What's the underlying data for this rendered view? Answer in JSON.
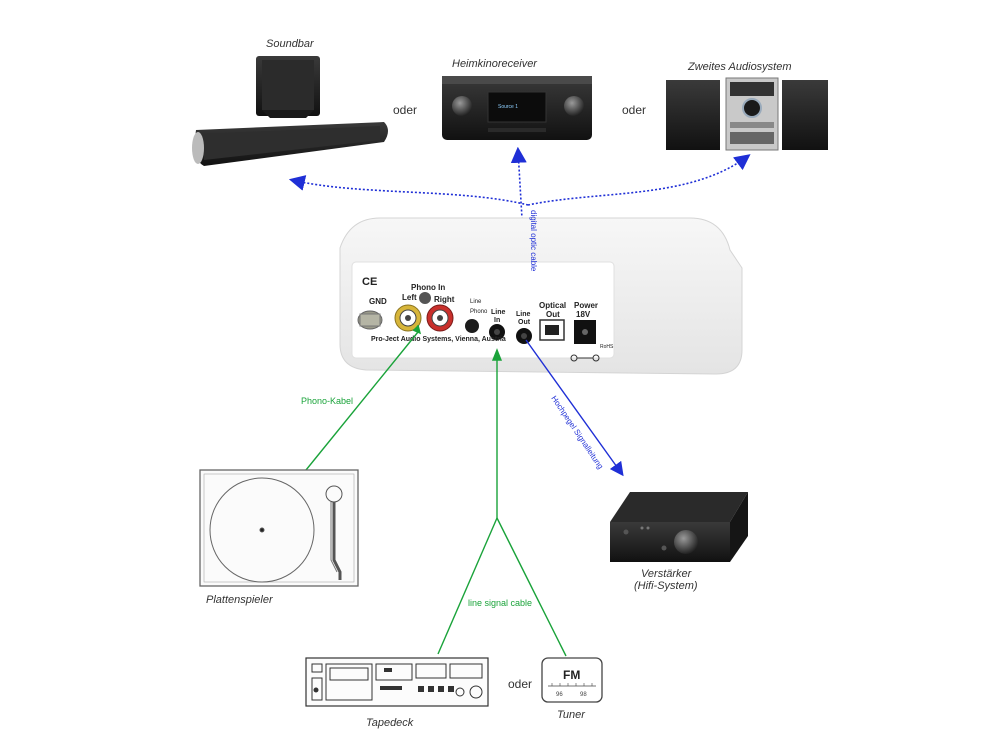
{
  "devices": {
    "soundbar": "Soundbar",
    "receiver": "Heimkinoreceiver",
    "second_system": "Zweites Audiosystem",
    "turntable": "Plattenspieler",
    "amplifier_line1": "Verstärker",
    "amplifier_line2": "(Hifi-System)",
    "tapedeck": "Tapedeck",
    "tuner": "Tuner",
    "tuner_display": "FM",
    "tuner_scale_left": "96",
    "tuner_scale_right": "98"
  },
  "connectors": {
    "or_1": "oder",
    "or_2": "oder",
    "or_3": "oder"
  },
  "cables": {
    "optical": "digital optic cable",
    "phono": "Phono-Kabel",
    "line_signal": "line signal cable",
    "line_out": "Hochpegel Signalleitung"
  },
  "panel": {
    "ce": "CE",
    "gnd": "GND",
    "phono_in": "Phono In",
    "left": "Left",
    "right": "Right",
    "switch_line": "Line",
    "switch_phono": "Phono",
    "line_in_1": "Line",
    "line_in_2": "In",
    "line_out_1": "Line",
    "line_out_2": "Out",
    "optical_1": "Optical",
    "optical_2": "Out",
    "power_1": "Power",
    "power_2": "18V",
    "brand": "Pro-Ject Audio Systems, Vienna, Austria",
    "rohs": "RoHS"
  },
  "colors": {
    "optical_cable": "#1f2fd6",
    "phono_cable": "#1aa33a",
    "line_out_cable": "#1f2fd6"
  }
}
